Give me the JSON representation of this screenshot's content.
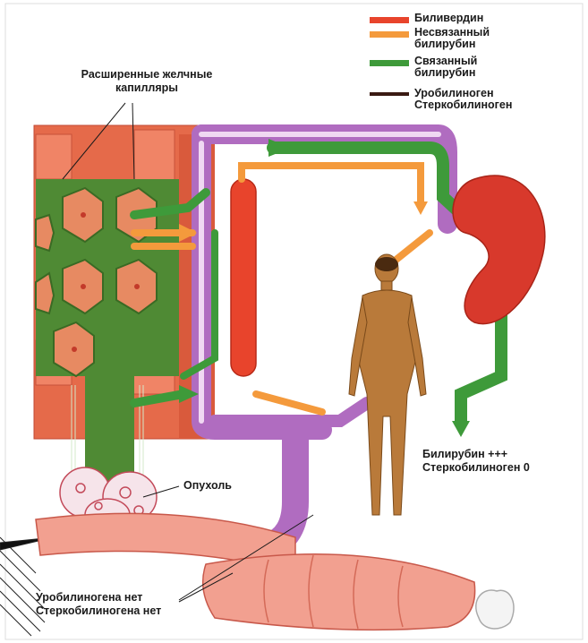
{
  "legend": [
    {
      "color": "#e8442c",
      "lines": [
        "Биливердин"
      ]
    },
    {
      "color": "#f49a3c",
      "lines": [
        "Несвязанный",
        "билирубин"
      ]
    },
    {
      "color": "#3e9a3a",
      "lines": [
        "Связанный",
        "билирубин"
      ]
    },
    {
      "color": "#3a1a12",
      "lines": [
        "Уробилиноген",
        "Стеркобилиноген"
      ]
    }
  ],
  "labels": {
    "capillaries": [
      "Расширенные желчные",
      "капилляры"
    ],
    "tumor": "Опухоль",
    "kidney_output": [
      "Билирубин +++",
      "Стеркобилиноген 0"
    ],
    "intestine_output": [
      "Уробилиногена нет",
      "Стеркобилиногена нет"
    ]
  },
  "colors": {
    "liver": "#e56a4a",
    "bile": "#4f8a34",
    "vessel_purple": "#b06cc0",
    "kidney": "#d8392c",
    "intestine": "#f2a090",
    "human": "#b97a3a"
  }
}
